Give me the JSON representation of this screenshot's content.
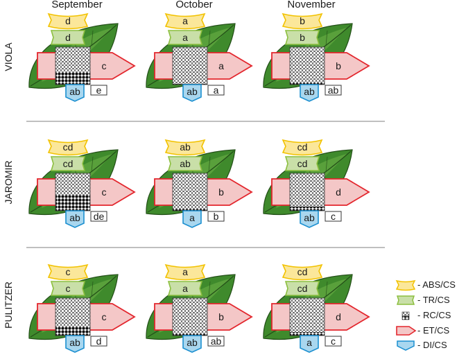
{
  "months": [
    "September",
    "October",
    "November"
  ],
  "varieties": [
    "VIOLA",
    "JAROMIR",
    "PULITZER"
  ],
  "legend": [
    {
      "key": "abs",
      "label": "- ABS/CS",
      "icon": "abs-cs-icon"
    },
    {
      "key": "tr",
      "label": "- TR/CS",
      "icon": "tr-cs-icon"
    },
    {
      "key": "rc",
      "label": "- RC/CS",
      "icon": "rc-cs-icon"
    },
    {
      "key": "et",
      "label": "- ET/CS",
      "icon": "et-cs-icon"
    },
    {
      "key": "di",
      "label": "- DI/CS",
      "icon": "di-cs-icon"
    }
  ],
  "colors": {
    "abs_fill": "#fbe79a",
    "abs_stroke": "#f2c200",
    "tr_fill": "#c9dfa8",
    "tr_stroke": "#8cbf3f",
    "et_fill": "#f4c7c7",
    "et_stroke": "#e3262d",
    "di_fill": "#a9d7ef",
    "di_stroke": "#1b8fd0",
    "leaf_fill": "#3f8a2c",
    "leaf_light": "#6fb348",
    "leaf_vein": "#234f18"
  },
  "panels": [
    {
      "variety": "VIOLA",
      "month": "September",
      "abs": "d",
      "tr": "d",
      "et": "c",
      "di": "ab",
      "rc": "e",
      "closed": 0.35
    },
    {
      "variety": "VIOLA",
      "month": "October",
      "abs": "a",
      "tr": "a",
      "et": "a",
      "di": "ab",
      "rc": "a",
      "closed": 0.02
    },
    {
      "variety": "VIOLA",
      "month": "November",
      "abs": "b",
      "tr": "b",
      "et": "b",
      "di": "ab",
      "rc": "ab",
      "closed": 0.05
    },
    {
      "variety": "JAROMIR",
      "month": "September",
      "abs": "cd",
      "tr": "cd",
      "et": "c",
      "di": "ab",
      "rc": "de",
      "closed": 0.4
    },
    {
      "variety": "JAROMIR",
      "month": "October",
      "abs": "ab",
      "tr": "ab",
      "et": "b",
      "di": "a",
      "rc": "b",
      "closed": 0.04
    },
    {
      "variety": "JAROMIR",
      "month": "November",
      "abs": "cd",
      "tr": "cd",
      "et": "d",
      "di": "ab",
      "rc": "c",
      "closed": 0.12
    },
    {
      "variety": "PULITZER",
      "month": "September",
      "abs": "c",
      "tr": "c",
      "et": "c",
      "di": "ab",
      "rc": "d",
      "closed": 0.25
    },
    {
      "variety": "PULITZER",
      "month": "October",
      "abs": "a",
      "tr": "a",
      "et": "b",
      "di": "ab",
      "rc": "ab",
      "closed": 0.06
    },
    {
      "variety": "PULITZER",
      "month": "November",
      "abs": "cd",
      "tr": "cd",
      "et": "d",
      "di": "a",
      "rc": "c",
      "closed": 0.1
    }
  ]
}
